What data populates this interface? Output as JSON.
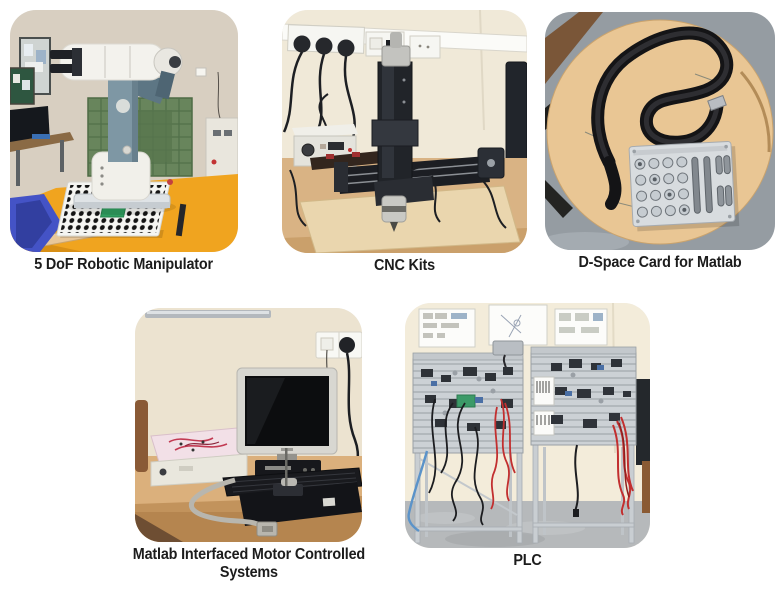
{
  "figures": [
    {
      "name": "robotic-manipulator",
      "caption": "5 DoF Robotic Manipulator",
      "description": "White 5-axis robotic arm on a yellow workbench with a dotted calibration board, green machine cage, lab desks and control cabinet in the background"
    },
    {
      "name": "cnc-kits",
      "caption": "CNC Kits",
      "description": "Black benchtop CNC machine kit on a wooden desk; wall power sockets with black plugs and wires above, a power supply box on the left and a monitor at the right edge"
    },
    {
      "name": "dspace-card",
      "caption": "D-Space Card for Matlab",
      "description": "Silver dSPACE connector panel and a folded black ribbon cable lying on a round light-wood table over a grey floor"
    },
    {
      "name": "matlab-motor-systems",
      "caption": "Matlab Interfaced Motor Controlled Systems",
      "description": "Desk with an LCD monitor, keyboard and black motor test rig; a trainer box with red wiring on the left and a grey cable running to the front"
    },
    {
      "name": "plc",
      "caption": "PLC",
      "description": "Two aluminium-frame PLC trainer workstations with slotted panels, mounted components and hanging red, black and blue wires; posters on the wall above"
    }
  ],
  "palette": {
    "caption_text": "#1c1c1c",
    "workbench_yellow": "#f0a41f",
    "machine_green": "#68855c",
    "wood_desk": "#d9b384",
    "aluminium_grey": "#ccd1d6",
    "wire_red": "#c22f2f",
    "wire_blue": "#5b93c9"
  }
}
